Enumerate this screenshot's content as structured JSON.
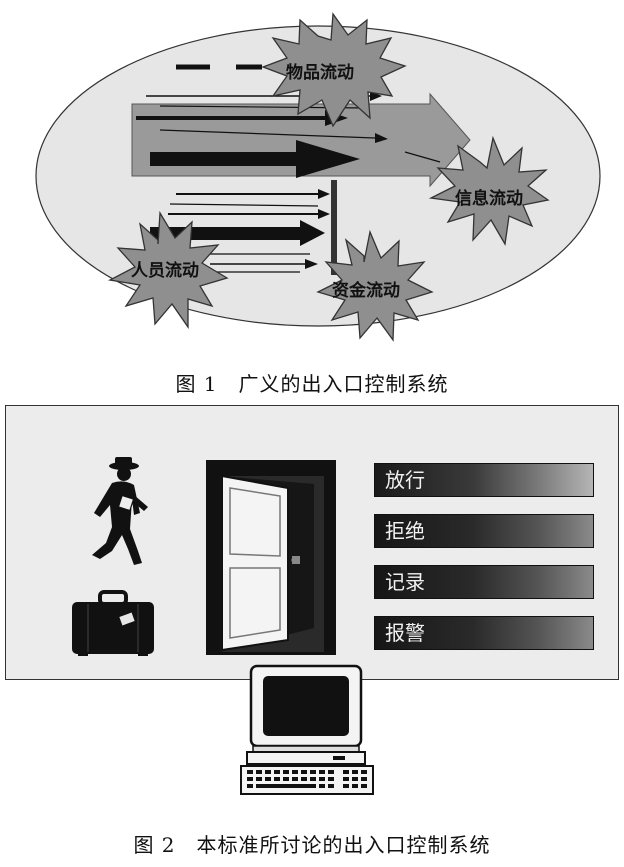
{
  "figure1": {
    "caption": "图 1　广义的出入口控制系统",
    "flows": [
      {
        "key": "goods",
        "label": "物品流动"
      },
      {
        "key": "info",
        "label": "信息流动"
      },
      {
        "key": "people",
        "label": "人员流动"
      },
      {
        "key": "funds",
        "label": "资金流动"
      }
    ]
  },
  "figure2": {
    "caption": "图 2　本标准所讨论的出入口控制系统",
    "actions": [
      {
        "key": "release",
        "label": "放行"
      },
      {
        "key": "reject",
        "label": "拒绝"
      },
      {
        "key": "record",
        "label": "记录"
      },
      {
        "key": "alarm",
        "label": "报警"
      }
    ]
  },
  "colors": {
    "ellipse_fill": "#e6e6e6",
    "starburst_fill": "#8f8f8f",
    "big_arrow_fill": "#9a9a9a",
    "panel_fill": "#ececec",
    "action_bar_dark": "#161616"
  }
}
